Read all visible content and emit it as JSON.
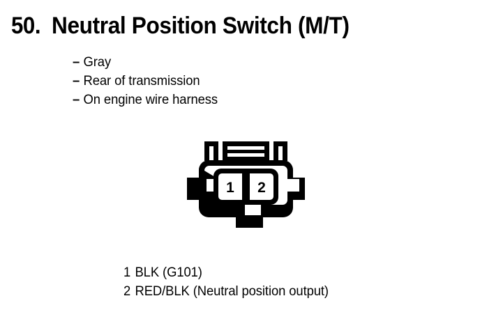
{
  "page": {
    "background_color": "#ffffff",
    "ink_color": "#000000"
  },
  "header": {
    "item_number": "50.",
    "title": "Neutral Position Switch (M/T)"
  },
  "details": {
    "dash": "–",
    "items": [
      {
        "text": "Gray"
      },
      {
        "text": "Rear of transmission"
      },
      {
        "text": "On engine wire harness"
      }
    ]
  },
  "connector": {
    "name": "2-pin-connector-face-view",
    "cavity_count": 2,
    "cavities": [
      {
        "number": "1"
      },
      {
        "number": "2"
      }
    ],
    "features": {
      "top_latch": "latch-with-two-slots",
      "side_tabs": "left-and-right-notch",
      "bottom_tab": "center-tab"
    }
  },
  "pin_legend": {
    "rows": [
      {
        "pin": "1",
        "wire": "BLK",
        "description": "(G101)",
        "text": "BLK (G101)"
      },
      {
        "pin": "2",
        "wire": "RED/BLK",
        "description": "(Neutral position output)",
        "text": "RED/BLK (Neutral position output)"
      }
    ]
  }
}
